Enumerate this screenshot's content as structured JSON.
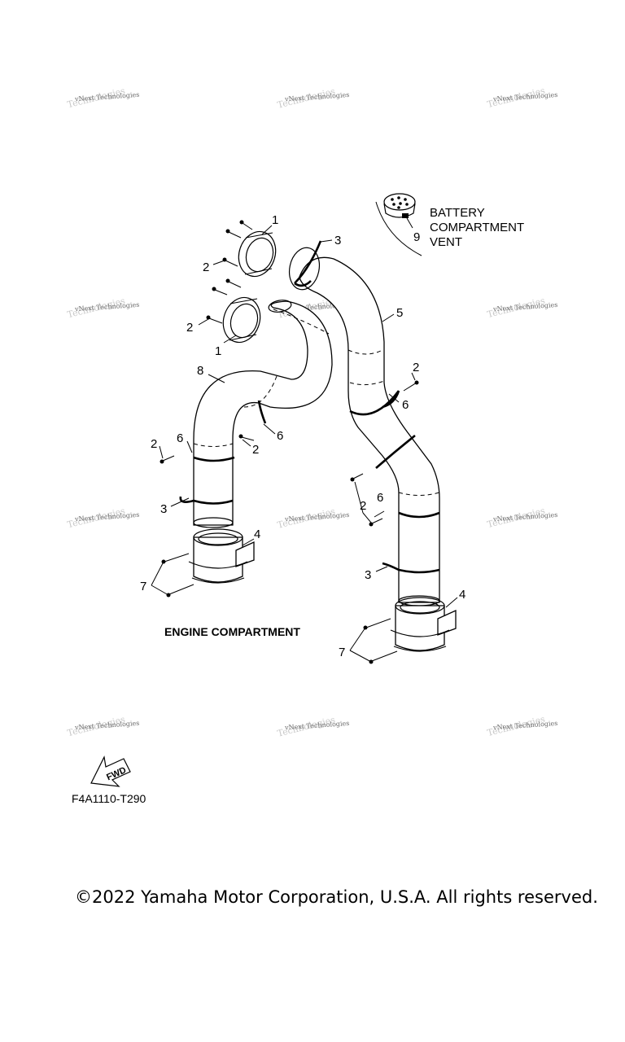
{
  "watermark": {
    "text": "vNext Technologies"
  },
  "callouts": {
    "n1a": "1",
    "n1b": "1",
    "n2a": "2",
    "n2b": "2",
    "n2c": "2",
    "n2d": "2",
    "n2e": "2",
    "n2f": "2",
    "n3a": "3",
    "n3b": "3",
    "n3c": "3",
    "n4a": "4",
    "n4b": "4",
    "n5": "5",
    "n6a": "6",
    "n6b": "6",
    "n6c": "6",
    "n6d": "6",
    "n7a": "7",
    "n7b": "7",
    "n8": "8",
    "n9": "9"
  },
  "captions": {
    "battery_line1": "BATTERY",
    "battery_line2": "COMPARTMENT",
    "battery_line3": "VENT",
    "engine_compartment": "ENGINE COMPARTMENT"
  },
  "fwd_arrow": {
    "label": "FWD"
  },
  "diagram_code": "F4A1110-T290",
  "copyright": "©2022 Yamaha Motor Corporation, U.S.A. All rights reserved."
}
